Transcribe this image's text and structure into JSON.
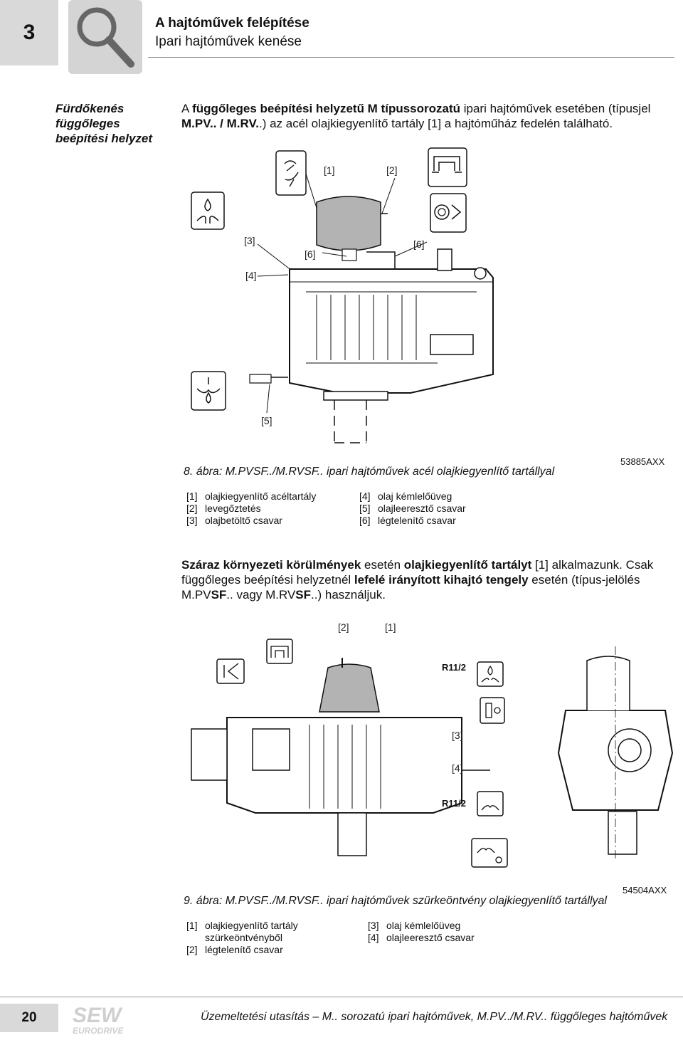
{
  "header": {
    "chapter": "3",
    "title": "A hajtóművek felépítése",
    "subtitle": "Ipari hajtóművek kenése"
  },
  "section": {
    "side_label": [
      "Fürdőkenés",
      "függőleges",
      "beépítési helyzet"
    ],
    "intro_html": "A <b>függőleges beépítési helyzetű M típussorozatú</b> ipari hajtóművek esetében (típusjel <b>M.PV.. / M.RV.</b>.) az acél olajkiegyenlítő tartály [1] a hajtóműház fedelén található."
  },
  "figure8": {
    "tags": [
      "[1]",
      "[2]",
      "[3]",
      "[6]",
      "[6]",
      "[4]",
      "[5]"
    ],
    "id": "53885AXX",
    "caption": "8. ábra: M.PVSF../M.RVSF.. ipari hajtóművek acél olajkiegyenlítő tartállyal",
    "legend": [
      {
        "num": "[1]",
        "text": "olajkiegyenlítő acéltartály"
      },
      {
        "num": "[2]",
        "text": "levegőztetés"
      },
      {
        "num": "[3]",
        "text": "olajbetöltő csavar"
      },
      {
        "num": "[4]",
        "text": "olaj kémlelőüveg"
      },
      {
        "num": "[5]",
        "text": "olajleeresztő csavar"
      },
      {
        "num": "[6]",
        "text": "légtelenítő csavar"
      }
    ]
  },
  "body_html": "<b>Száraz környezeti körülmények</b> esetén <b>olajkiegyenlítő tartályt</b> [1] alkalmazunk. Csak függőleges beépítési helyzetnél <b>lefelé irányított kihajtó tengely</b> esetén (típus-jelölés M.PV<b>SF</b>.. vagy M.RV<b>SF</b>..) használjuk.",
  "figure9": {
    "tags": [
      "[2]",
      "[1]",
      "R11/2",
      "[3]",
      "[4]",
      "R11/2"
    ],
    "id": "54504AXX",
    "caption": "9. ábra: M.PVSF../M.RVSF.. ipari hajtóművek szürkeöntvény olajkiegyenlítő tartállyal",
    "legend": [
      {
        "num": "[1]",
        "text": "olajkiegyenlítő tartály szürkeöntvényből"
      },
      {
        "num": "[2]",
        "text": "légtelenítő csavar"
      },
      {
        "num": "[3]",
        "text": "olaj kémlelőüveg"
      },
      {
        "num": "[4]",
        "text": "olajleeresztő csavar"
      }
    ]
  },
  "footer": {
    "page": "20",
    "logo_text": "SEW EURODRIVE",
    "text": "Üzemeltetési utasítás – M.. sorozatú ipari hajtóművek, M.PV../M.RV.. függőleges hajtóművek"
  },
  "colors": {
    "tank_gray": "#b3b3b3",
    "tab_gray": "#d9d9d9",
    "line": "#111111"
  },
  "icons": [
    "magnifier-icon",
    "oil-fill-icon",
    "breather-icon",
    "oil-drain-icon",
    "sight-glass-icon",
    "vent-icon"
  ]
}
